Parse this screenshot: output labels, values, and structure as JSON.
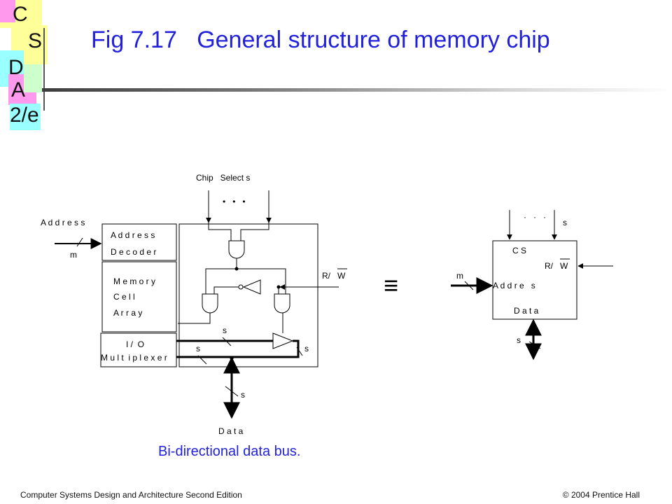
{
  "logo": {
    "letters": [
      "C",
      "S",
      "D",
      "A",
      "2/e"
    ],
    "colors": {
      "yellow": "#ffff99",
      "pink": "#ff99ee",
      "cyan": "#99ffff",
      "green": "#ccffcc"
    }
  },
  "title": "Fig 7.17   General structure of memory chip",
  "caption": "Bi-directional data bus.",
  "diagram": {
    "left": {
      "chip_selects_label": "Chip   Select s",
      "dots": "•   •   •",
      "address_label": "A d d r e s s",
      "address_width": "m",
      "decoder_line1": "A d d r e s s",
      "decoder_line2": "D e c o d e r",
      "array_line1": "M e m o r y",
      "array_line2": "C e l l",
      "array_line3": "A r r a y",
      "mux_line1": "I /  O",
      "mux_line2": "M u l t  i p l e x e r",
      "rw_label": "R/",
      "rw_bar": "W",
      "bus_s_top": "s",
      "bus_s_left": "s",
      "bus_s_right": "s",
      "bus_s_bottom": "s",
      "data_label": "D a t  a"
    },
    "equiv_symbol": "≡",
    "right": {
      "dots": "·   ·   ·",
      "s_top": "s",
      "cs": "C S",
      "rw_label": "R/",
      "rw_bar": "W",
      "address_width": "m",
      "address": "A d d r e   s",
      "data": "D a t  a",
      "s_bottom": "s"
    }
  },
  "footer": {
    "left": "Computer Systems Design and Architecture Second Edition",
    "right": "© 2004 Prentice Hall"
  }
}
